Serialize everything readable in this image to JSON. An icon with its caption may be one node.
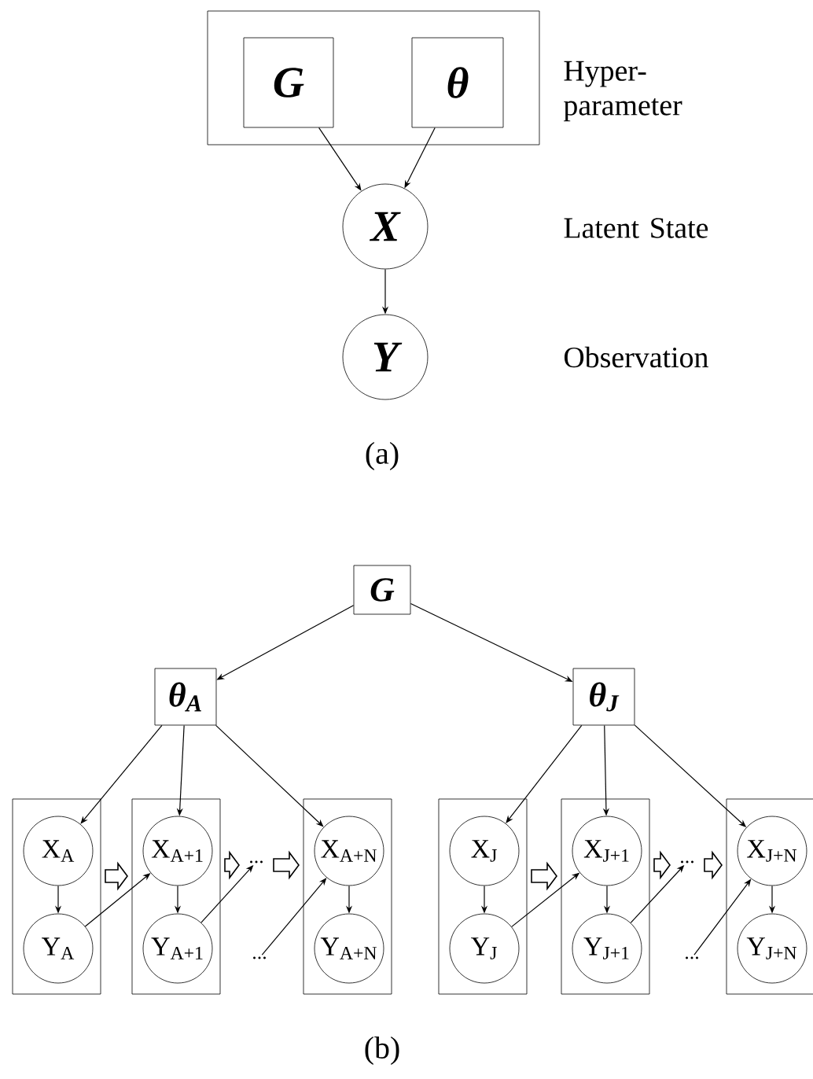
{
  "diagram": {
    "nodes": [
      {
        "text": [],
        "shape": "box"
      },
      {
        "text": [
          "G"
        ],
        "in": 0
      },
      {
        "text": [
          "θ"
        ],
        "in": 0
      },
      {
        "text": [
          "X"
        ]
      },
      {
        "text": [
          "Y"
        ]
      },
      {
        "text": [
          "G"
        ]
      },
      {
        "text": [
          "θ$_{A}$"
        ]
      },
      {
        "text": [
          "θ$_{J}$"
        ]
      },
      {
        "text": [],
        "shape": "box"
      },
      {
        "text": [
          "X$_{A}$"
        ],
        "in": 8
      },
      {
        "text": [
          "Y$_{A}$"
        ],
        "in": 8
      },
      {
        "text": [],
        "shape": "box"
      },
      {
        "text": [
          "X$_{A+1}$"
        ],
        "in": 11
      },
      {
        "text": [
          "Y$_{A+1}$"
        ],
        "in": 11
      },
      {
        "text": [],
        "shape": "box"
      },
      {
        "text": [
          "X$_{A+N}$"
        ],
        "in": 14
      },
      {
        "text": [
          "Y$_{A+N}$"
        ],
        "in": 14
      },
      {
        "text": [
          "..."
        ]
      },
      {
        "text": [
          "..."
        ]
      },
      {
        "text": [],
        "shape": "box"
      },
      {
        "text": [
          "X$_{J}$"
        ],
        "in": 19
      },
      {
        "text": [
          "Y$_{J}$"
        ],
        "in": 19
      },
      {
        "text": [],
        "shape": "box"
      },
      {
        "text": [
          "X$_{J+1}$"
        ],
        "in": 22
      },
      {
        "text": [
          "Y$_{J+1}$"
        ],
        "in": 22
      },
      {
        "text": [],
        "shape": "box"
      },
      {
        "text": [
          "X$_{J+N}$"
        ],
        "in": 25
      },
      {
        "text": [
          "Y$_{J+N}$"
        ],
        "in": 25
      },
      {
        "text": [
          "..."
        ]
      },
      {
        "text": [
          "..."
        ]
      }
    ],
    "edges": [
      {
        "from": 1,
        "to": 3,
        "arrow": "to"
      },
      {
        "from": 2,
        "to": 3,
        "arrow": "to"
      },
      {
        "from": 3,
        "to": 4,
        "arrow": "to"
      },
      {
        "from": 5,
        "to": 6,
        "arrow": "to"
      },
      {
        "from": 5,
        "to": 7,
        "arrow": "to"
      },
      {
        "from": 6,
        "to": 9,
        "arrow": "to"
      },
      {
        "from": 6,
        "to": 12,
        "arrow": "to"
      },
      {
        "from": 6,
        "to": 15,
        "arrow": "to"
      },
      {
        "from": 9,
        "to": 10,
        "arrow": "to"
      },
      {
        "from": 12,
        "to": 13,
        "arrow": "to"
      },
      {
        "from": 15,
        "to": 16,
        "arrow": "to"
      },
      {
        "from": 10,
        "to": 12,
        "arrow": "to"
      },
      {
        "from": 13,
        "to": 17,
        "arrow": "to"
      },
      {
        "from": 18,
        "to": 15,
        "arrow": "to"
      },
      {
        "from": 8,
        "to": 11,
        "arrow": "to",
        "style": "thick"
      },
      {
        "from": 11,
        "to": 17,
        "arrow": "to",
        "style": "thick"
      },
      {
        "from": 17,
        "to": 14,
        "arrow": "to",
        "style": "thick"
      },
      {
        "from": 7,
        "to": 20,
        "arrow": "to"
      },
      {
        "from": 7,
        "to": 23,
        "arrow": "to"
      },
      {
        "from": 7,
        "to": 26,
        "arrow": "to"
      },
      {
        "from": 20,
        "to": 21,
        "arrow": "to"
      },
      {
        "from": 23,
        "to": 24,
        "arrow": "to"
      },
      {
        "from": 26,
        "to": 27,
        "arrow": "to"
      },
      {
        "from": 21,
        "to": 23,
        "arrow": "to"
      },
      {
        "from": 24,
        "to": 28,
        "arrow": "to"
      },
      {
        "from": 29,
        "to": 26,
        "arrow": "to"
      },
      {
        "from": 19,
        "to": 22,
        "arrow": "to",
        "style": "thick"
      },
      {
        "from": 22,
        "to": 28,
        "arrow": "to",
        "style": "thick"
      },
      {
        "from": 28,
        "to": 25,
        "arrow": "to",
        "style": "thick"
      }
    ],
    "labels": [
      "Hyper-parameter",
      "Latent State",
      "Observation",
      "(a)",
      "(b)"
    ]
  }
}
